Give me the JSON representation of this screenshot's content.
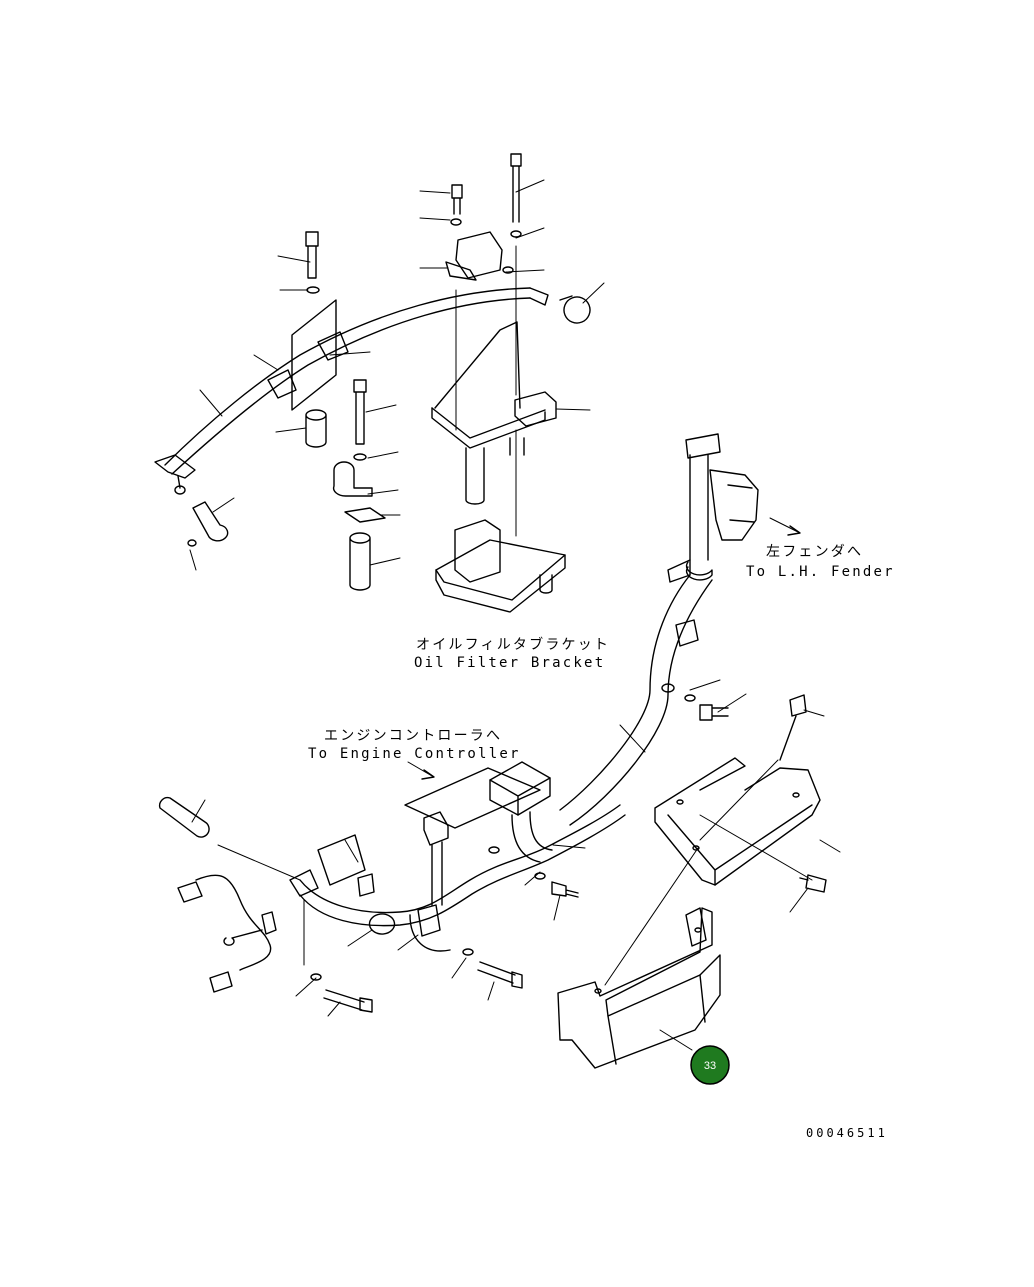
{
  "labels": {
    "lh_fender_jp": "左フェンダへ",
    "lh_fender_en": "To L.H. Fender",
    "oil_filter_jp": "オイルフィルタブラケット",
    "oil_filter_en": "Oil Filter Bracket",
    "engine_ctrl_jp": "エンジンコントローラへ",
    "engine_ctrl_en": "To Engine Controller"
  },
  "callout": {
    "number": "33",
    "color": "#1f7a1f"
  },
  "drawing_number": "00046511"
}
